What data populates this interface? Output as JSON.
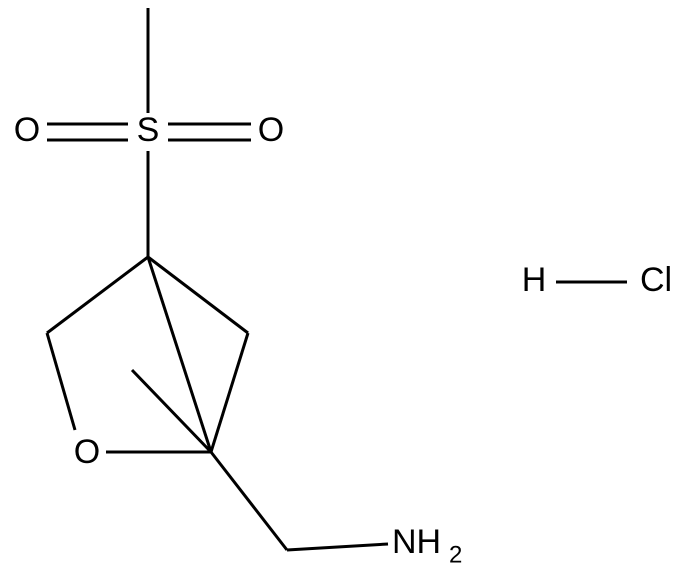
{
  "molecule": {
    "atoms": {
      "sulfur": "S",
      "oxygen_left": "O",
      "oxygen_right": "O",
      "ring_oxygen": "O",
      "amine": "NH",
      "amine_subscript": "2"
    },
    "salt": {
      "hydrogen": "H",
      "chlorine": "Cl"
    }
  },
  "colors": {
    "bond": "#000000",
    "label": "#000000",
    "background": "#ffffff"
  }
}
